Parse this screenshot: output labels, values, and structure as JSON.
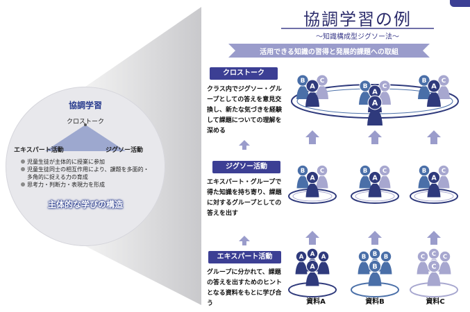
{
  "header": {
    "title": "協調学習の例",
    "subtitle": "〜知識構成型ジグソー法〜",
    "banner": "活用できる知識の習得と発展的課題への取組"
  },
  "circle": {
    "title": "協調学習",
    "apex": "クロストーク",
    "left_corner": "エキスパート活動",
    "right_corner": "ジグソー活動",
    "bullets": [
      "児童生徒が主体的に授業に参加",
      "児童生徒同士の相互作用により、課題を多面的・多角的に捉える力の育成",
      "思考力・判断力・表現力を形成"
    ],
    "bottom": "主体的な学びの構造"
  },
  "steps": [
    {
      "label": "クロストーク",
      "text": "クラス内でジグソー・グループとしての答えを意見交換し、新たな気づきを経験して課題についての理解を深める"
    },
    {
      "label": "ジグソー活動",
      "text": "エキスパート・グループで得た知識を持ち寄り、課題に対するグループとしての答えを出す"
    },
    {
      "label": "エキスパート活動",
      "text": "グループに分かれて、課題の答えを出すためのヒントとなる資料をもとに学び合う"
    }
  ],
  "figures": {
    "letters": [
      "A",
      "B",
      "C"
    ],
    "resource_labels": [
      "資料A",
      "資料B",
      "資料C"
    ]
  },
  "colors": {
    "a": "#2f3a7c",
    "b": "#4a6fa8",
    "c": "#a7a7cf",
    "accent": "#3c3f94",
    "arrow": "#9a9ccb",
    "ring": "#2f3a7c",
    "ring_b": "#4a6fa8",
    "ring_c": "#a7a7cf"
  }
}
